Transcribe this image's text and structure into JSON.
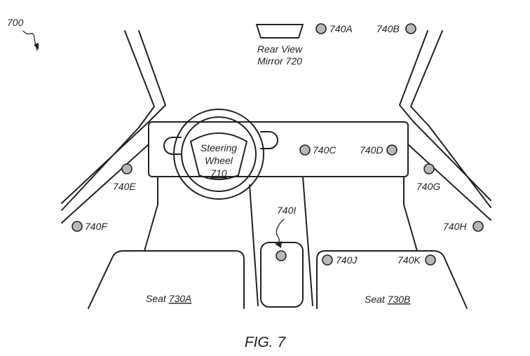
{
  "figure": {
    "number_label": "700",
    "caption": "FIG. 7"
  },
  "components": {
    "rear_view_mirror_line1": "Rear View",
    "rear_view_mirror_line2": "Mirror 720",
    "steering_line1": "Steering",
    "steering_line2": "Wheel",
    "steering_ref": "710",
    "seat_a_prefix": "Seat ",
    "seat_a_ref": "730A",
    "seat_b_prefix": "Seat ",
    "seat_b_ref": "730B"
  },
  "sensors": {
    "a": "740A",
    "b": "740B",
    "c": "740C",
    "d": "740D",
    "e": "740E",
    "f": "740F",
    "g": "740G",
    "h": "740H",
    "i": "740I",
    "j": "740J",
    "k": "740K"
  }
}
